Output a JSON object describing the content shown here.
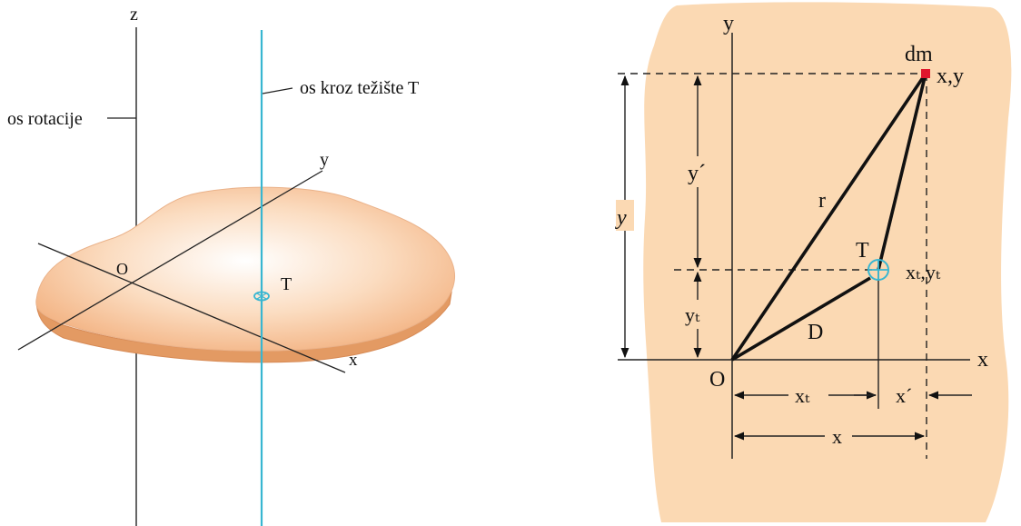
{
  "left_figure": {
    "axis_z": "z",
    "axis_y": "y",
    "axis_x": "x",
    "origin": "O",
    "centroid": "T",
    "rotation_axis_label": "os rotacije",
    "centroid_axis_label": "os kroz težište T"
  },
  "right_figure": {
    "axis_y": "y",
    "axis_x": "x",
    "origin": "O",
    "dm": "dm",
    "point_coords": "x,y",
    "centroid": "T",
    "centroid_coords": "xₜ,yₜ",
    "r": "r",
    "D": "D",
    "dim_y_total": "y",
    "dim_y_prime": "y´",
    "dim_yT": "yₜ",
    "dim_xT": "xₜ",
    "dim_x_prime": "x´",
    "dim_x_total": "x"
  },
  "colors": {
    "plate": "#f7c59d",
    "plate_edge": "#e39a63",
    "background_region": "#fbd9b3",
    "centroid_axis": "#38b6d1",
    "element_dm": "#e0162d",
    "lines": "#111111"
  }
}
